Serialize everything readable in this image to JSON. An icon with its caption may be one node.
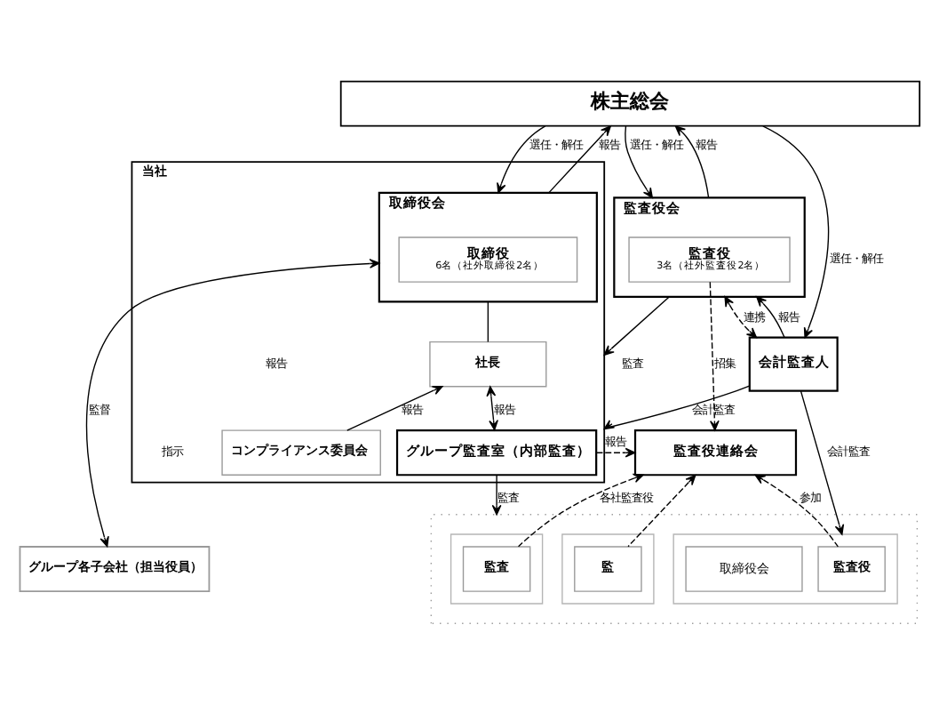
{
  "diagram": {
    "nodes": [
      {
        "text": [
          "株主総会"
        ]
      },
      {
        "text": [
          "当社"
        ]
      },
      {
        "text": [
          "取締役会"
        ],
        "in": 1
      },
      {
        "text": [
          "取締役",
          "6名（社外取締役2名）"
        ],
        "in": 2
      },
      {
        "text": [
          "社長"
        ],
        "in": 1
      },
      {
        "text": [
          "コンプライアンス委員会"
        ],
        "in": 1
      },
      {
        "text": [
          "グループ監査室（内部監査）"
        ],
        "in": 1
      },
      {
        "text": [
          "監査役会"
        ]
      },
      {
        "text": [
          "監査役",
          "3名（社外監査役2名）"
        ],
        "in": 7
      },
      {
        "text": [
          "会計監査人"
        ]
      },
      {
        "text": [
          "監査役連絡会"
        ]
      },
      {
        "text": [
          "グループ各子会社（担当役員）"
        ]
      },
      {
        "text": [],
        "shape": "box"
      },
      {
        "text": [],
        "shape": "box",
        "in": 12
      },
      {
        "text": [
          "監査"
        ],
        "in": 13
      },
      {
        "text": [],
        "shape": "box",
        "in": 12
      },
      {
        "text": [
          "監"
        ],
        "in": 15
      },
      {
        "text": [],
        "shape": "box",
        "in": 12
      },
      {
        "text": [
          "監査役"
        ],
        "in": 17
      },
      {
        "text": [
          "取締役会"
        ],
        "in": 17
      }
    ],
    "edges": [
      {
        "from": 2,
        "to": 0,
        "arrow": "to",
        "label": "報告"
      },
      {
        "from": 0,
        "to": 2,
        "arrow": "to",
        "label": "選任・解任"
      },
      {
        "from": 7,
        "to": 0,
        "arrow": "to",
        "label": "報告"
      },
      {
        "from": 0,
        "to": 7,
        "arrow": "to",
        "label": "選任・解任"
      },
      {
        "from": 0,
        "to": 9,
        "arrow": "to",
        "label": "選任・解任"
      },
      {
        "from": 7,
        "to": 1,
        "arrow": "to",
        "label": "監査"
      },
      {
        "from": 9,
        "to": 7,
        "arrow": "to",
        "label": "報告"
      },
      {
        "from": 7,
        "to": 9,
        "arrow": "both",
        "label": "連携",
        "style": "dashed"
      },
      {
        "from": 9,
        "to": 1,
        "arrow": "to",
        "label": "会計監査"
      },
      {
        "from": 2,
        "to": 4,
        "arrow": "none"
      },
      {
        "from": 4,
        "to": 6,
        "arrow": "both",
        "label": "報告"
      },
      {
        "from": 5,
        "to": 4,
        "arrow": "to",
        "label": "報告"
      },
      {
        "from": 2,
        "to": 11,
        "arrow": "both",
        "label": "監督"
      },
      {
        "from": 8,
        "to": 10,
        "arrow": "to",
        "label": "招集",
        "style": "dashed"
      },
      {
        "from": 6,
        "to": 10,
        "arrow": "to",
        "label": "報告",
        "style": "dashed"
      },
      {
        "from": 6,
        "to": 12,
        "arrow": "to",
        "label": "監査"
      },
      {
        "from": 9,
        "to": 17,
        "arrow": "to",
        "label": "会計監査"
      },
      {
        "from": 14,
        "to": 10,
        "arrow": "to",
        "label": "各社監査役",
        "style": "dashed"
      },
      {
        "from": 16,
        "to": 10,
        "arrow": "to",
        "style": "dashed"
      },
      {
        "from": 18,
        "to": 10,
        "arrow": "to",
        "label": "参加",
        "style": "dashed"
      }
    ],
    "labels": [
      "報告",
      "指示"
    ]
  }
}
